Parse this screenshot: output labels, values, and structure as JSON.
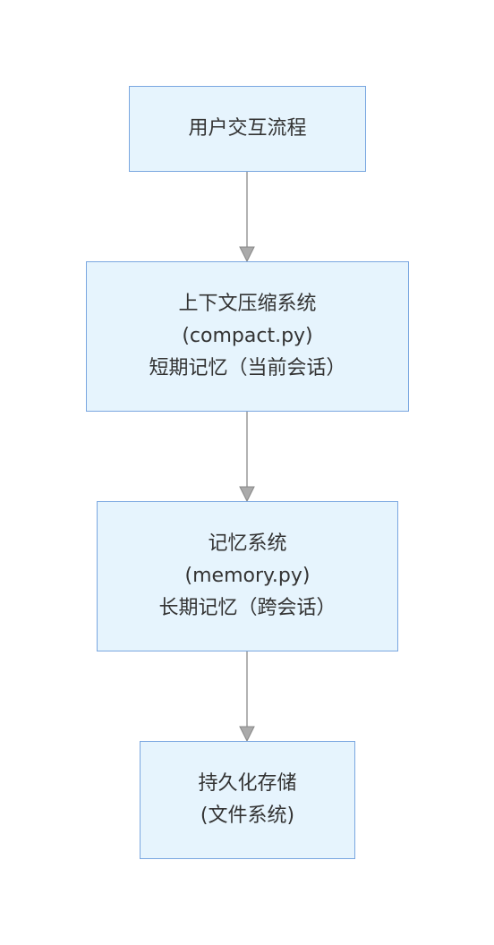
{
  "nodes": [
    {
      "id": "user-interaction",
      "lines": [
        "用户交互流程"
      ]
    },
    {
      "id": "context-compression",
      "lines": [
        "上下文压缩系统",
        "(compact.py)",
        "短期记忆（当前会话）"
      ]
    },
    {
      "id": "memory-system",
      "lines": [
        "记忆系统",
        "(memory.py)",
        "长期记忆（跨会话）"
      ]
    },
    {
      "id": "persistent-storage",
      "lines": [
        "持久化存储",
        "(文件系统)"
      ]
    }
  ],
  "edges": [
    {
      "from": "user-interaction",
      "to": "context-compression"
    },
    {
      "from": "context-compression",
      "to": "memory-system"
    },
    {
      "from": "memory-system",
      "to": "persistent-storage"
    }
  ],
  "colors": {
    "node_fill": "#e6f4fd",
    "node_border": "#7aa7e0",
    "edge": "#999999",
    "text": "#333333"
  }
}
